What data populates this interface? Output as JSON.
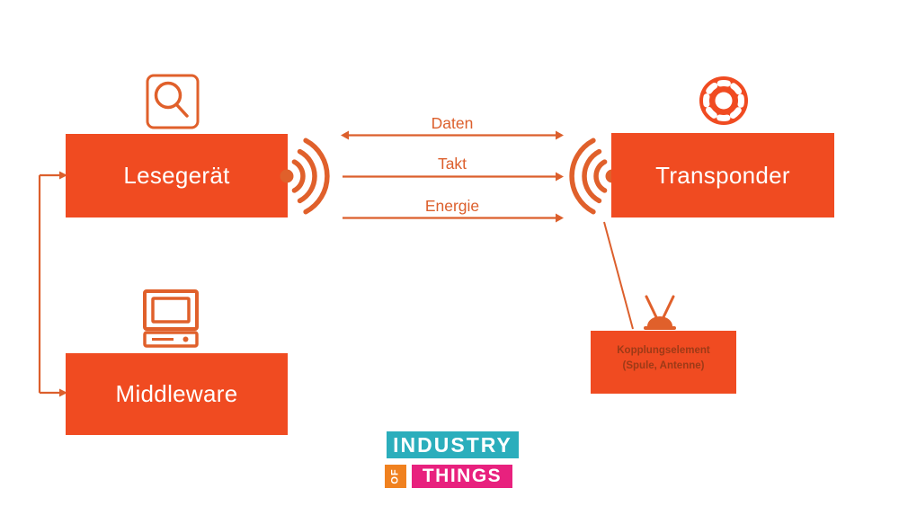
{
  "diagram": {
    "reader": {
      "label": "Lesegerät"
    },
    "transponder": {
      "label": "Transponder"
    },
    "middleware": {
      "label": "Middleware"
    },
    "coupling": {
      "line1": "Kopplungselement",
      "line2": "(Spule, Antenne)"
    },
    "channels": [
      {
        "label": "Daten",
        "direction": "bidirectional"
      },
      {
        "label": "Takt",
        "direction": "right"
      },
      {
        "label": "Energie",
        "direction": "right"
      }
    ],
    "icons": {
      "reader": "magnifier-icon",
      "transponder": "wheel-icon",
      "middleware": "computer-icon",
      "coupling": "antenna-icon",
      "reader_signal": "radio-waves-icon",
      "transponder_signal": "radio-waves-icon"
    },
    "colors": {
      "box_fill": "#F04B21",
      "line_stroke": "#DC5F2C",
      "coupling_text": "#9D3A17"
    }
  },
  "logo": {
    "industry": "INDUSTRY",
    "of": "OF",
    "things": "THINGS",
    "colors": {
      "industry_bg": "#2BAEBC",
      "of_bg": "#F0811F",
      "things_bg": "#E8217E"
    }
  }
}
